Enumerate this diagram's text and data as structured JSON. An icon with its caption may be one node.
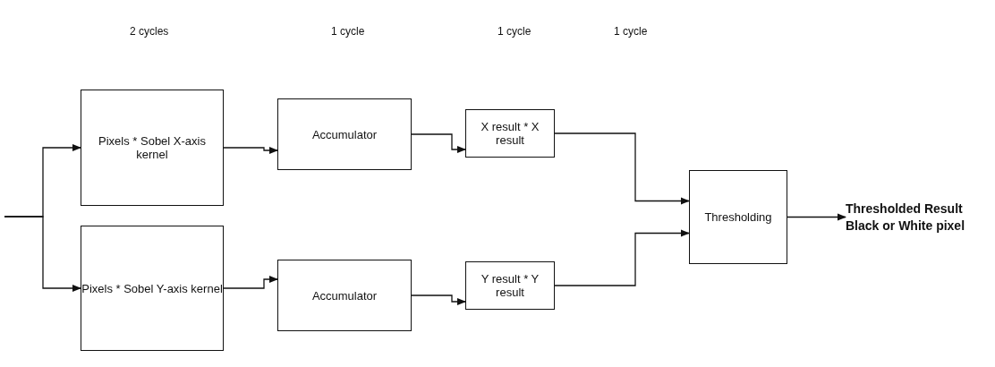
{
  "diagram": {
    "nodes": [
      {
        "text": [
          "Pixels * Sobel X-axis kernel"
        ]
      },
      {
        "text": [
          "Accumulator"
        ]
      },
      {
        "text": [
          "X result * X result"
        ]
      },
      {
        "text": [
          "Pixels * Sobel Y-axis kernel"
        ]
      },
      {
        "text": [
          "Accumulator"
        ]
      },
      {
        "text": [
          "Y result * Y result"
        ]
      },
      {
        "text": [
          "Thresholding"
        ]
      },
      {
        "text": [
          "Thresholded Result Black or White pixel"
        ]
      }
    ],
    "edges": [
      {
        "from": null,
        "to": 0,
        "arrow": "to"
      },
      {
        "from": null,
        "to": 3,
        "arrow": "to"
      },
      {
        "from": 0,
        "to": 1,
        "arrow": "to"
      },
      {
        "from": 1,
        "to": 2,
        "arrow": "to"
      },
      {
        "from": 2,
        "to": 6,
        "arrow": "to"
      },
      {
        "from": 3,
        "to": 4,
        "arrow": "to"
      },
      {
        "from": 4,
        "to": 5,
        "arrow": "to"
      },
      {
        "from": 5,
        "to": 6,
        "arrow": "to"
      },
      {
        "from": 6,
        "to": 7,
        "arrow": "to"
      }
    ],
    "labels": [
      "2 cycles",
      "1 cycle",
      "1 cycle",
      "1 cycle"
    ]
  }
}
